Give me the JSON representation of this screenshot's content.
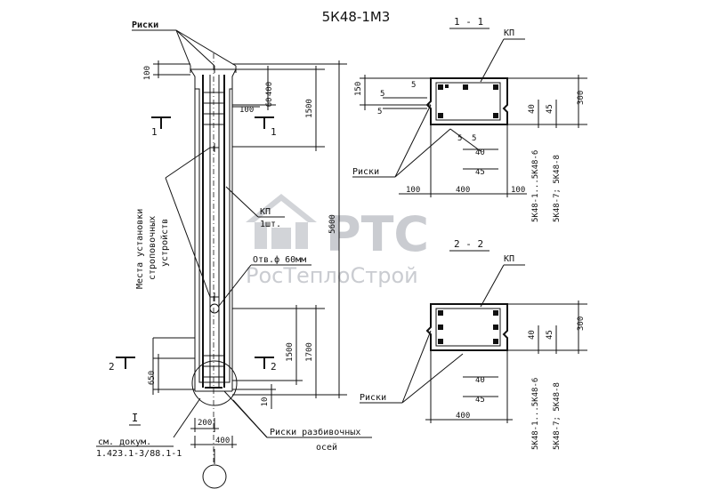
{
  "title": "5К48-1М3",
  "labels": {
    "riski": "Риски",
    "kp": "КП",
    "kp_qty": "1шт.",
    "mesta": "Места установки",
    "strop": "строповочных",
    "ustr": "устройств",
    "otv": "Отв.ф 60мм",
    "riski_axes_1": "Риски разбивочных",
    "riski_axes_2": "осей",
    "section_1": "1 - 1",
    "section_2": "2 - 2",
    "section_1_left": "1",
    "section_1_right": "1",
    "section_2_left": "2",
    "section_2_right": "2",
    "ref_roman": "I",
    "ref_doc_1": "см. докум.",
    "ref_doc_2": "1.423.1-3/88.1-1",
    "mark_a": "5К48-1...5К48-6",
    "mark_b": "5К48-7; 5К48-8",
    "watermark": "РТС",
    "watermark_sub": "РосТеплоСтрой"
  },
  "dims": {
    "d100_top": "100",
    "d400_top": "400",
    "d100_b": "100",
    "d60": "60",
    "d1500_top": "1500",
    "d5600": "5600",
    "d1500_bot": "1500",
    "d1700": "1700",
    "d650": "650",
    "d10": "10",
    "d200": "200",
    "d400_bot": "400",
    "s1_150": "150",
    "s1_5a": "5",
    "s1_5b": "5",
    "s1_5c": "5",
    "s1_5d": "5",
    "s1_5e": "5",
    "s1_40v": "40",
    "s1_45v": "45",
    "s1_300": "300",
    "s1_40": "40",
    "s1_45": "45",
    "s1_100l": "100",
    "s1_400": "400",
    "s1_100r": "100",
    "s2_40v": "40",
    "s2_45v": "45",
    "s2_300": "300",
    "s2_40": "40",
    "s2_45": "45",
    "s2_400": "400"
  }
}
